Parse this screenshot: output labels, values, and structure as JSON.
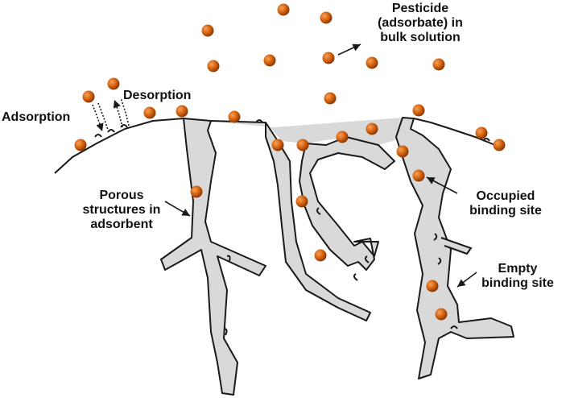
{
  "labels": {
    "pesticide": [
      "Pesticide",
      "(adsorbate) in",
      "bulk solution"
    ],
    "desorption": "Desorption",
    "adsorption": "Adsorption",
    "porous": [
      "Porous",
      "structures in",
      "adsorbent"
    ],
    "occupied": [
      "Occupied",
      "binding site"
    ],
    "empty": [
      "Empty",
      "binding site"
    ]
  },
  "colors": {
    "particle": "#d8640f",
    "particle_highlight": "#f5a25a",
    "pore_fill": "#d9d9d9",
    "outline": "#1a1a1a",
    "text": "#111111"
  },
  "icons": {
    "particle": "orange-sphere-icon",
    "binding_site": "binding-site-hook-icon"
  }
}
